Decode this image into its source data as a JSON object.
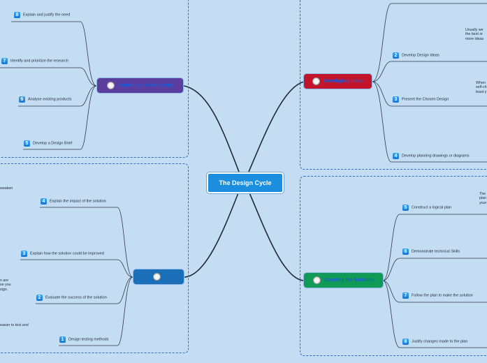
{
  "central": "The Design Cycle",
  "branches": {
    "inquiring": {
      "title": "Inquiring and Analyzing",
      "color": "#5b3d9e",
      "items": [
        {
          "num": "8",
          "label": "Explain and justify the need"
        },
        {
          "num": "7",
          "label": "Identify and prioritize the research"
        },
        {
          "num": "6",
          "label": "Analyse existing products"
        },
        {
          "num": "5",
          "label": "Develop a Design Brief"
        }
      ]
    },
    "developing": {
      "title": "Developing Ideas",
      "color": "#c2142a",
      "items": [
        {
          "num": "2",
          "label": "Develop Design Ideas"
        },
        {
          "num": "3",
          "label": "Present the Chosen Design"
        },
        {
          "num": "4",
          "label": "Develop planning drawings or diagrams"
        }
      ],
      "notes": [
        [
          "Usually we",
          "the best or",
          "more ideas"
        ],
        [
          "When",
          "self-ch",
          "least y"
        ]
      ]
    },
    "evaluating": {
      "title": "",
      "color": "#1a6fb8",
      "items": [
        {
          "num": "4",
          "label": "Explain the impact of the solution"
        },
        {
          "num": "3",
          "label": "Explain how the solution could be improved"
        },
        {
          "num": "2",
          "label": "Evaluate the success of the solution"
        },
        {
          "num": "1",
          "label": "Design testing methods"
        }
      ],
      "notes": [
        [
          "weaken"
        ],
        [
          "n are",
          "se you",
          "sign."
        ],
        [
          "easier to test and"
        ]
      ]
    },
    "creating": {
      "title": "Creating the Solution",
      "color": "#0f9a55",
      "items": [
        {
          "num": "5",
          "label": "Construct a logical plan"
        },
        {
          "num": "6",
          "label": "Demonstrate technical Skills"
        },
        {
          "num": "7",
          "label": "Follow the plan to make the solution"
        },
        {
          "num": "8",
          "label": "Justify changes made to the plan"
        }
      ],
      "notes": [
        [
          "The",
          "plan",
          "your"
        ]
      ]
    }
  }
}
